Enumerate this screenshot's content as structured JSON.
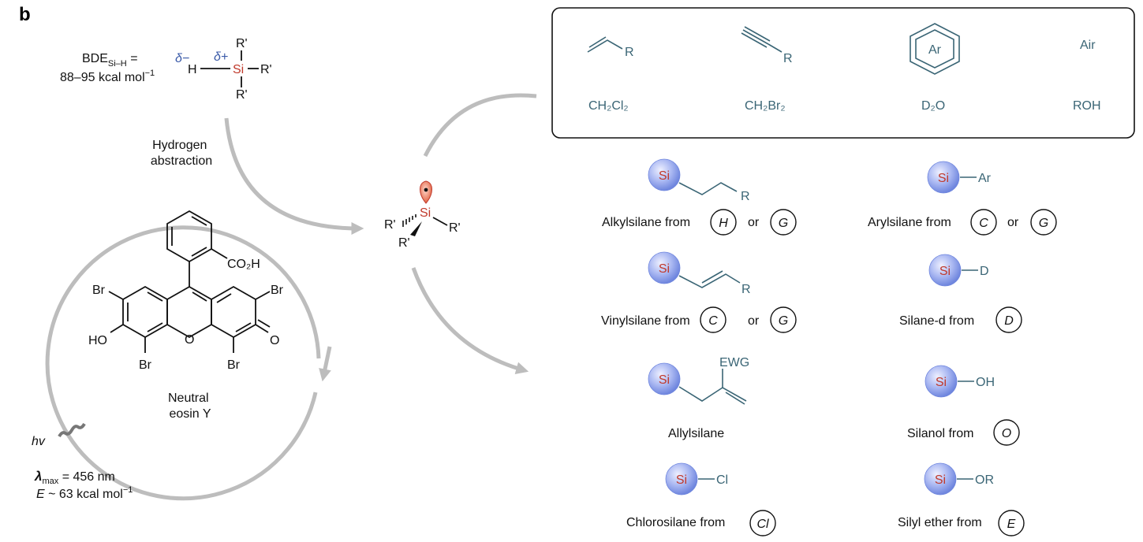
{
  "panel_label": "b",
  "bde": {
    "prefix": "BDE",
    "subscript": "Si–H",
    "equals": " =",
    "value": "88–95 kcal mol",
    "superscript": "−1"
  },
  "silane": {
    "delta_minus": "δ−",
    "delta_plus": "δ+",
    "h": "H",
    "si": "Si",
    "r_top": "R'",
    "r_right": "R'",
    "r_bottom": "R'"
  },
  "hydrogen_abstraction": [
    "Hydrogen",
    "abstraction"
  ],
  "eosin": {
    "co2h": "CO₂H",
    "br_top_left": "Br",
    "br_top_right": "Br",
    "br_bottom_left": "Br",
    "br_bottom_right": "Br",
    "ho": "HO",
    "o_ring": "O",
    "o_keto": "O",
    "name": [
      "Neutral",
      "eosin Y"
    ]
  },
  "light": {
    "hv": "hv",
    "lambda": "λ",
    "lambda_sub": "max",
    "lambda_value": " = 456 nm",
    "energy_symbol": "E",
    "energy_value": " ~ 63 kcal mol",
    "energy_sup": "−1"
  },
  "radical": {
    "si": "Si",
    "r_left": "R'",
    "r_right": "R'",
    "r_bottom": "R'"
  },
  "trap_box": {
    "alkene_r": "R",
    "alkyne_r": "R",
    "arene": "Ar",
    "air": "Air",
    "ch2cl2": "CH₂Cl₂",
    "ch2br2": "CH₂Br₂",
    "d2o": "D₂O",
    "roh": "ROH"
  },
  "products": [
    {
      "id": "alkylsilane",
      "label": "Alkylsilane from",
      "keys": [
        "H",
        "G"
      ],
      "sub": "R"
    },
    {
      "id": "arylsilane",
      "label": "Arylsilane from",
      "keys": [
        "C",
        "G"
      ],
      "sub": "Ar"
    },
    {
      "id": "vinylsilane",
      "label": "Vinylsilane from",
      "keys": [
        "C",
        "G"
      ],
      "sub": "R"
    },
    {
      "id": "silane-d",
      "label": "Silane-d from",
      "keys": [
        "D"
      ],
      "sub": "D"
    },
    {
      "id": "allylsilane",
      "label": "Allylsilane",
      "keys": [],
      "sub": "EWG"
    },
    {
      "id": "silanol",
      "label": "Silanol from",
      "keys": [
        "O"
      ],
      "sub": "OH"
    },
    {
      "id": "chlorosilane",
      "label": "Chlorosilane from",
      "keys": [
        "Cl"
      ],
      "sub": "Cl"
    },
    {
      "id": "silyl-ether",
      "label": "Silyl ether from",
      "keys": [
        "E"
      ],
      "sub": "OR"
    }
  ],
  "si_label": "Si",
  "or_word": "or",
  "colors": {
    "teal": "#3a6575",
    "arrow_gray": "#bdbdbd",
    "si_red": "#c0392b",
    "sphere_blue": "#8a9ee8"
  }
}
